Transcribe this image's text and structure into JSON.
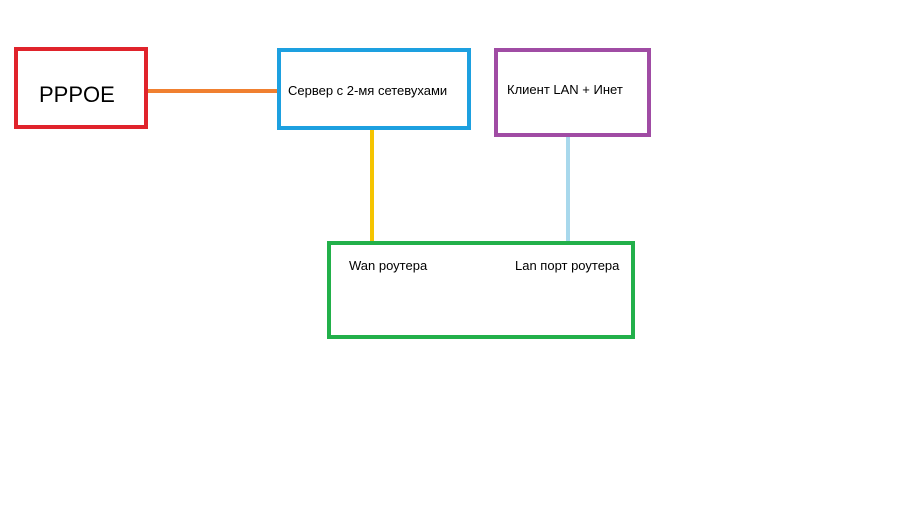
{
  "nodes": {
    "pppoe": {
      "label": "PPPOE",
      "border_color": "#e0232b"
    },
    "server": {
      "label": "Сервер с 2-мя сетевухами",
      "border_color": "#1da0e0"
    },
    "client": {
      "label": "Клиент LAN + Инет",
      "border_color": "#a04ca4"
    },
    "router": {
      "wan_label": "Wan роутера",
      "lan_label": "Lan порт роутера",
      "border_color": "#22b04a"
    }
  },
  "connections": [
    {
      "from": "pppoe",
      "to": "server",
      "color": "#f08030"
    },
    {
      "from": "server",
      "to": "router.wan",
      "color": "#f5c400"
    },
    {
      "from": "client",
      "to": "router.lan",
      "color": "#a8d8ec"
    }
  ]
}
